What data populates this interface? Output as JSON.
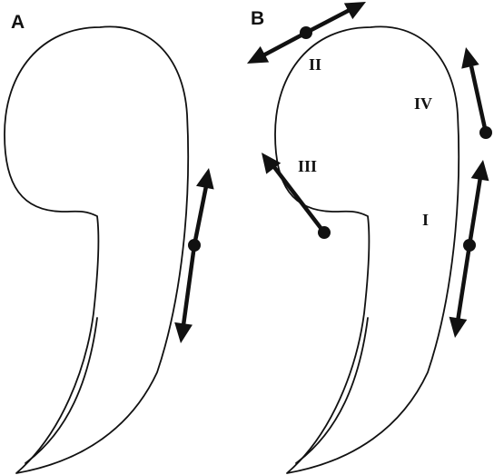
{
  "panels": [
    {
      "letter": "A"
    },
    {
      "letter": "B",
      "regions": [
        "I",
        "II",
        "III",
        "IV"
      ]
    }
  ],
  "colors": {
    "line": "#111111",
    "background": "#ffffff"
  }
}
